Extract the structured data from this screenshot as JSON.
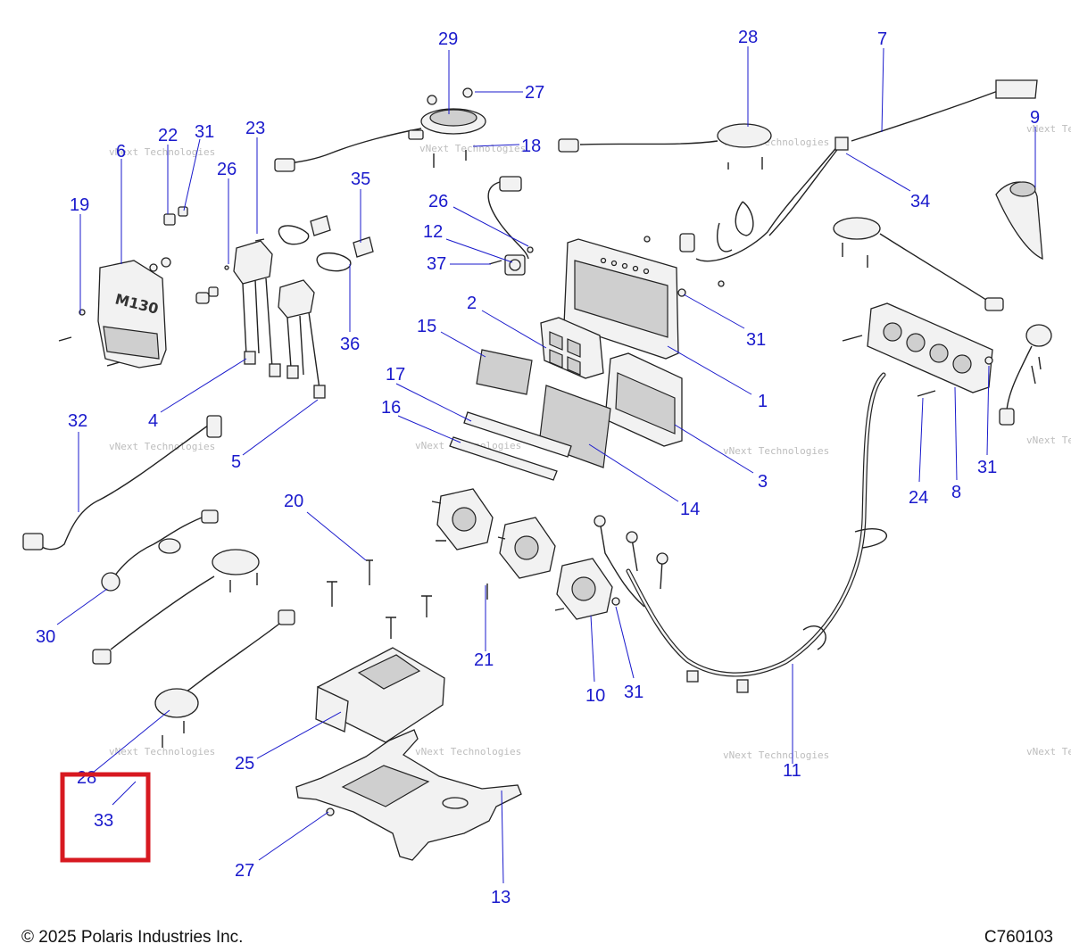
{
  "diagram": {
    "callouts": [
      "29",
      "27",
      "28",
      "7",
      "9",
      "22",
      "31",
      "6",
      "23",
      "26",
      "18",
      "34",
      "19",
      "35",
      "26",
      "12",
      "37",
      "36",
      "31",
      "15",
      "2",
      "1",
      "4",
      "32",
      "5",
      "17",
      "16",
      "3",
      "14",
      "31",
      "24",
      "8",
      "20",
      "30",
      "21",
      "10",
      "31",
      "25",
      "11",
      "28",
      "33",
      "27",
      "13"
    ],
    "highlight_label": "33",
    "watermark": "vNext Technologies",
    "model_marking": "M130"
  },
  "footer": {
    "copyright": "© 2025 Polaris Industries Inc.",
    "code": "C760103"
  },
  "colors": {
    "callout": "#1a1acc",
    "highlight_box": "#d71920",
    "line_art": "#222222"
  }
}
